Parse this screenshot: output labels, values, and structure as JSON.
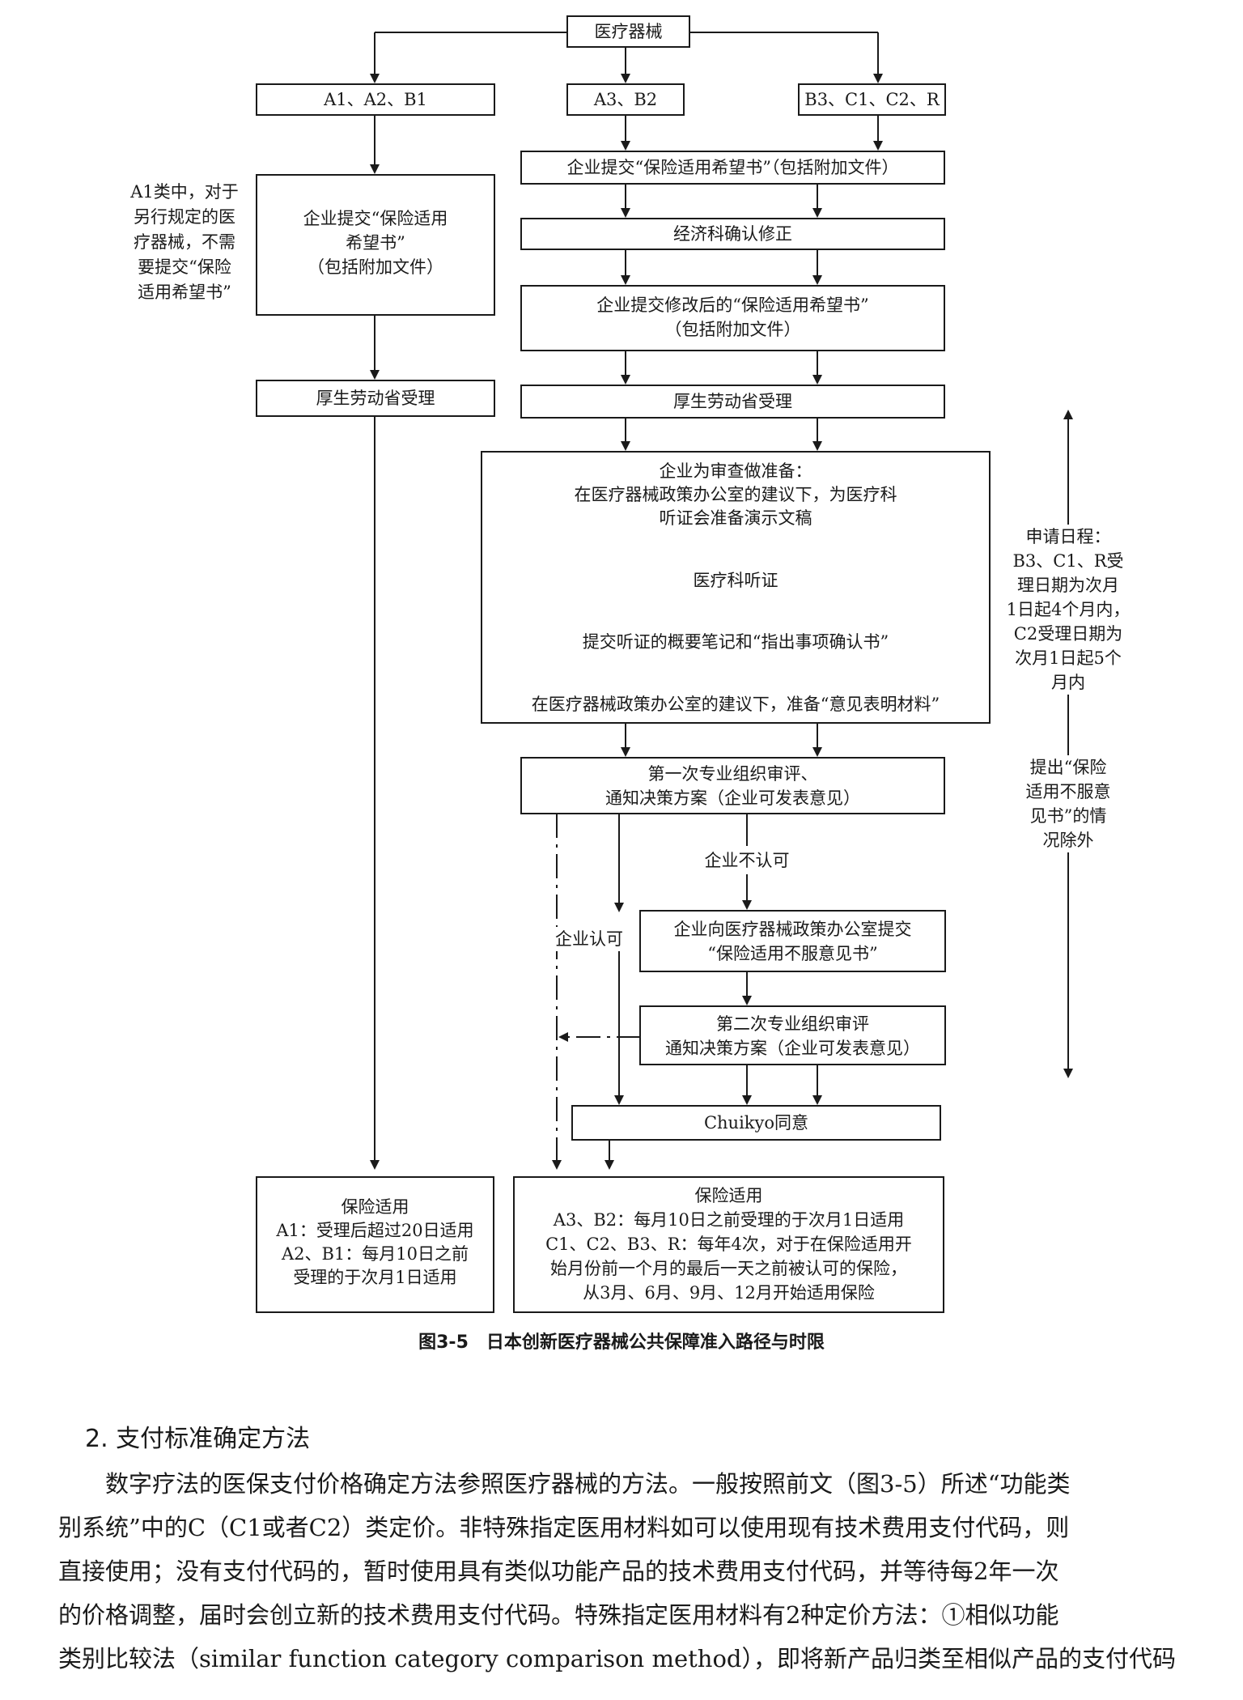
{
  "flowchart": {
    "root": "医疗器械",
    "cat_left": "A1、A2、B1",
    "cat_mid": "A3、B2",
    "cat_right": "B3、C1、C2、R",
    "left_submit": [
      "企业提交“保险适用",
      "希望书”",
      "（包括附加文件）"
    ],
    "left_accept": "厚生劳动省受理",
    "right_submit": "企业提交“保险适用希望书”（包括附加文件）",
    "econ_confirm": "经济科确认修正",
    "resubmit": [
      "企业提交修改后的“保险适用希望书”",
      "（包括附加文件）"
    ],
    "right_accept": "厚生劳动省受理",
    "prep": {
      "lines": [
        "企业为审查做准备：",
        "在医疗器械政策办公室的建议下，为医疗科",
        "听证会准备演示文稿"
      ],
      "hearing": "医疗科听证",
      "notes": "提交听证的概要笔记和“指出事项确认书”",
      "opinion": "在医疗器械政策办公室的建议下，准备“意见表明材料”"
    },
    "first_review": [
      "第一次专业组织审评、",
      "通知决策方案（企业可发表意见）"
    ],
    "not_approve": "企业不认可",
    "approve": "企业认可",
    "objection": [
      "企业向医疗器械政策办公室提交",
      "“保险适用不服意见书”"
    ],
    "second_review": [
      "第二次专业组织审评",
      "通知决策方案（企业可发表意见）"
    ],
    "chuikyo": "Chuikyo同意",
    "left_result": [
      "保险适用",
      "A1：受理后超过20日适用",
      "A2、B1：每月10日之前",
      "受理的于次月1日适用"
    ],
    "right_result": [
      "保险适用",
      "A3、B2：每月10日之前受理的于次月1日适用",
      "C1、C2、B3、R：每年4次，对于在保险适用开",
      "始月份前一个月的最后一天之前被认可的保险，",
      "从3月、6月、9月、12月开始适用保险"
    ],
    "side_note_left": [
      "A1类中，对于",
      "另行规定的医",
      "疗器械，不需",
      "要提交“保险",
      "适用希望书”"
    ],
    "side_note_schedule": [
      "申请日程：",
      "B3、C1、R受",
      "理日期为次月",
      "1日起4个月内，",
      "C2受理日期为",
      "次月1日起5个",
      "月内"
    ],
    "side_note_except": [
      "提出“保险",
      "适用不服意",
      "见书”的情",
      "况除外"
    ]
  },
  "caption": "图3-5　日本创新医疗器械公共保障准入路径与时限",
  "section_heading": "2. 支付标准确定方法",
  "paragraph_lines": [
    "　　数字疗法的医保支付价格确定方法参照医疗器械的方法。一般按照前文（图3-5）所述“功能类",
    "别系统”中的C（C1或者C2）类定价。非特殊指定医用材料如可以使用现有技术费用支付代码，则",
    "直接使用；没有支付代码的，暂时使用具有类似功能产品的技术费用支付代码，并等待每2年一次",
    "的价格调整，届时会创立新的技术费用支付代码。特殊指定医用材料有2种定价方法：①相似功能",
    "类别比较法（similar function category comparison method），即将新产品归类至相似产品的支付代码"
  ]
}
